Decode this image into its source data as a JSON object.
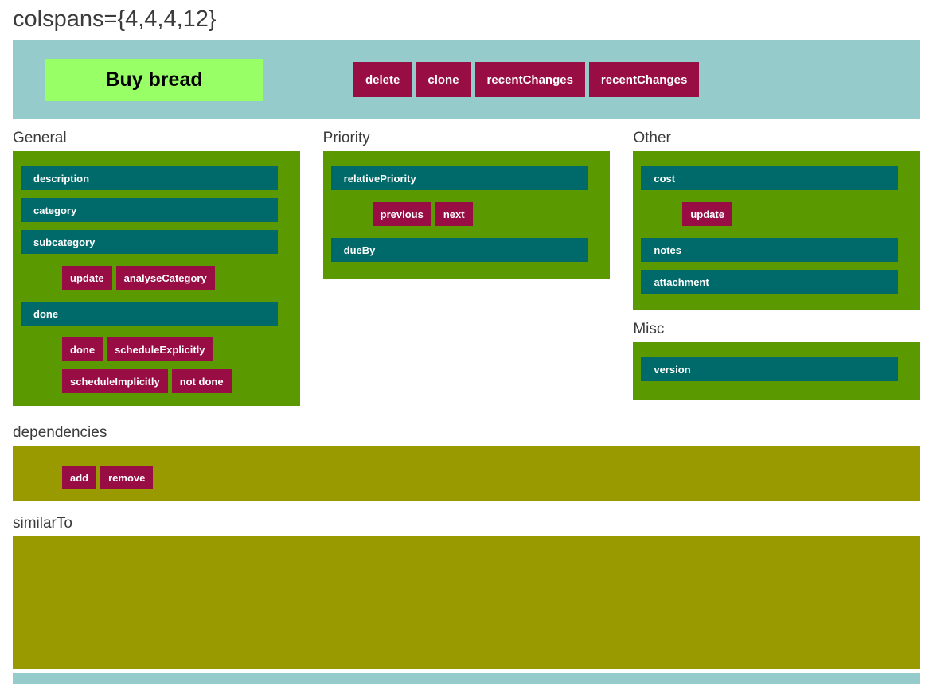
{
  "page_title": "colspans={4,4,4,12}",
  "header": {
    "item_label": "Buy bread",
    "delete_button": "delete",
    "clone_button": "clone",
    "recent_changes_button": "recentChanges",
    "recent_changes_button_2": "recentChanges"
  },
  "general": {
    "heading": "General",
    "description_field": "description",
    "category_field": "category",
    "subcategory_field": "subcategory",
    "update_button": "update",
    "analyse_category_button": "analyseCategory",
    "done_field": "done",
    "done_button": "done",
    "schedule_explicitly_button": "scheduleExplicitly",
    "schedule_implicitly_button": "scheduleImplicitly",
    "not_done_button": "not done"
  },
  "priority": {
    "heading": "Priority",
    "relative_priority_field": "relativePriority",
    "previous_button": "previous",
    "next_button": "next",
    "due_by_field": "dueBy"
  },
  "other": {
    "heading": "Other",
    "cost_field": "cost",
    "update_button": "update",
    "notes_field": "notes",
    "attachment_field": "attachment"
  },
  "misc": {
    "heading": "Misc",
    "version_field": "version"
  },
  "dependencies": {
    "heading": "dependencies",
    "add_button": "add",
    "remove_button": "remove"
  },
  "similar_to": {
    "heading": "similarTo"
  },
  "colors": {
    "header_teal": "#96cbcb",
    "panel_green": "#5b9900",
    "field_teal": "#006a6a",
    "button_maroon": "#990d45",
    "item_green": "#99ff66",
    "olive": "#999900",
    "heading_text": "#3b3b3b"
  }
}
